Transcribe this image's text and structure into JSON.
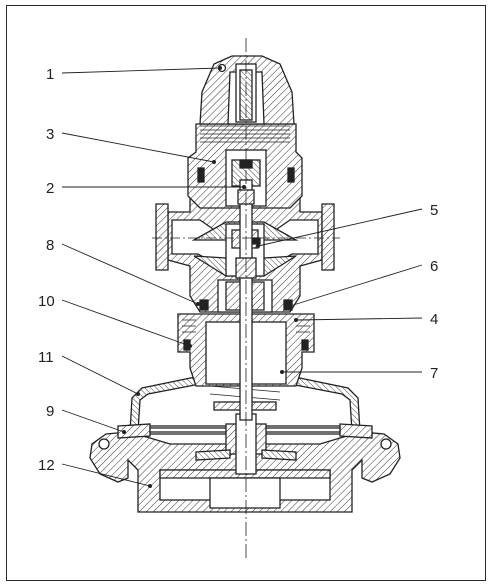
{
  "labels": [
    {
      "id": "1",
      "text": "1"
    },
    {
      "id": "3",
      "text": "3"
    },
    {
      "id": "2",
      "text": "2"
    },
    {
      "id": "5",
      "text": "5"
    },
    {
      "id": "8",
      "text": "8"
    },
    {
      "id": "6",
      "text": "6"
    },
    {
      "id": "10",
      "text": "10"
    },
    {
      "id": "4",
      "text": "4"
    },
    {
      "id": "11",
      "text": "11"
    },
    {
      "id": "7",
      "text": "7"
    },
    {
      "id": "9",
      "text": "9"
    },
    {
      "id": "12",
      "text": "12"
    }
  ]
}
